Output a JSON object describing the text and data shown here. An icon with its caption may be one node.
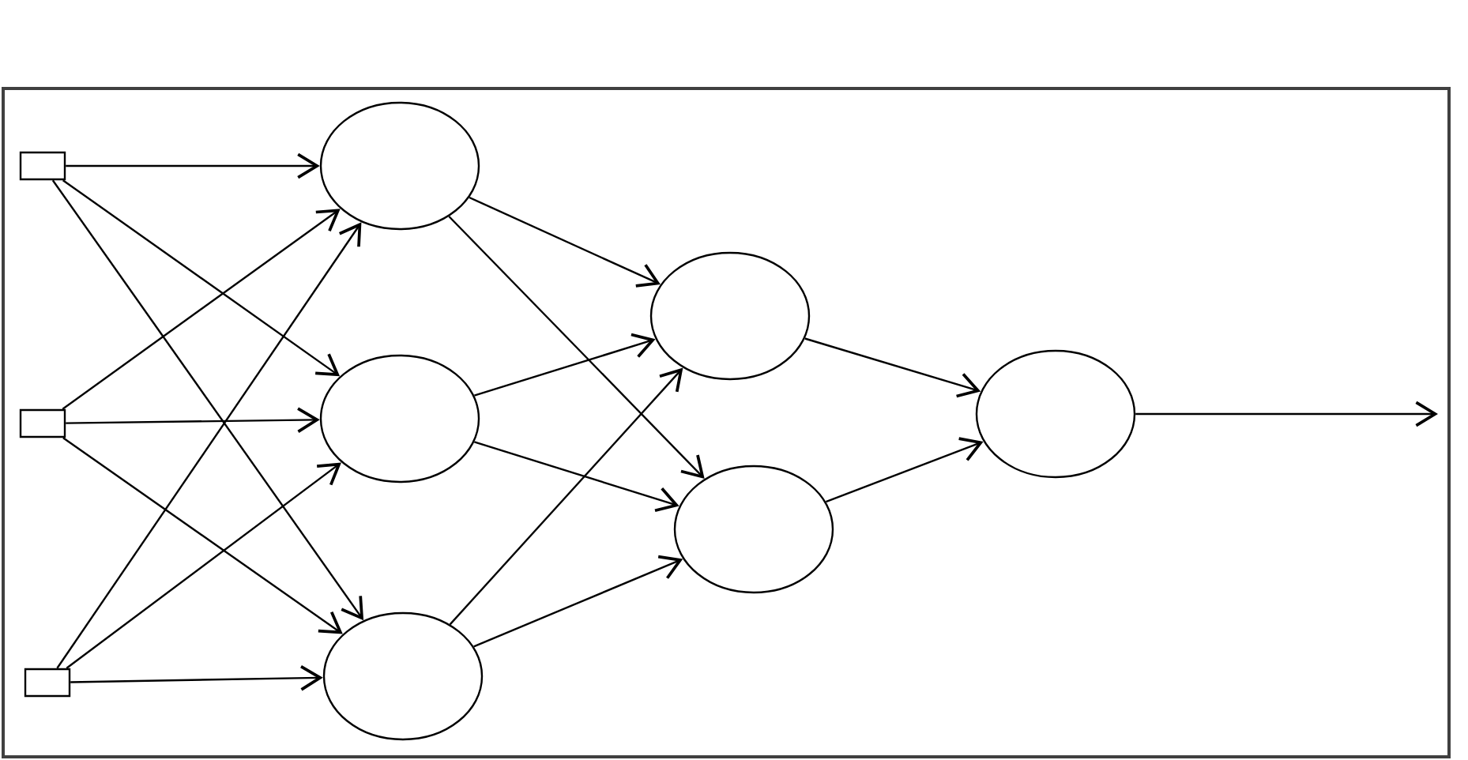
{
  "diagram": {
    "nodes": [
      {
        "text": [],
        "shape": "box"
      },
      {
        "text": [],
        "shape": "box"
      },
      {
        "text": [],
        "shape": "box"
      },
      {
        "text": [],
        "shape": "circle"
      },
      {
        "text": [],
        "shape": "circle"
      },
      {
        "text": [],
        "shape": "circle"
      },
      {
        "text": [],
        "shape": "circle"
      },
      {
        "text": [],
        "shape": "circle"
      },
      {
        "text": [],
        "shape": "circle"
      }
    ],
    "edges": [
      {
        "from": 0,
        "to": 3,
        "arrow": "to"
      },
      {
        "from": 0,
        "to": 4,
        "arrow": "to"
      },
      {
        "from": 0,
        "to": 5,
        "arrow": "to"
      },
      {
        "from": 1,
        "to": 3,
        "arrow": "to"
      },
      {
        "from": 1,
        "to": 4,
        "arrow": "to"
      },
      {
        "from": 1,
        "to": 5,
        "arrow": "to"
      },
      {
        "from": 2,
        "to": 3,
        "arrow": "to"
      },
      {
        "from": 2,
        "to": 4,
        "arrow": "to"
      },
      {
        "from": 2,
        "to": 5,
        "arrow": "to"
      },
      {
        "from": 3,
        "to": 6,
        "arrow": "to"
      },
      {
        "from": 3,
        "to": 7,
        "arrow": "to"
      },
      {
        "from": 4,
        "to": 6,
        "arrow": "to"
      },
      {
        "from": 4,
        "to": 7,
        "arrow": "to"
      },
      {
        "from": 5,
        "to": 6,
        "arrow": "to"
      },
      {
        "from": 5,
        "to": 7,
        "arrow": "to"
      },
      {
        "from": 6,
        "to": 8,
        "arrow": "to"
      },
      {
        "from": 7,
        "to": 8,
        "arrow": "to"
      },
      {
        "from": 8,
        "to": null,
        "arrow": "to"
      }
    ]
  }
}
